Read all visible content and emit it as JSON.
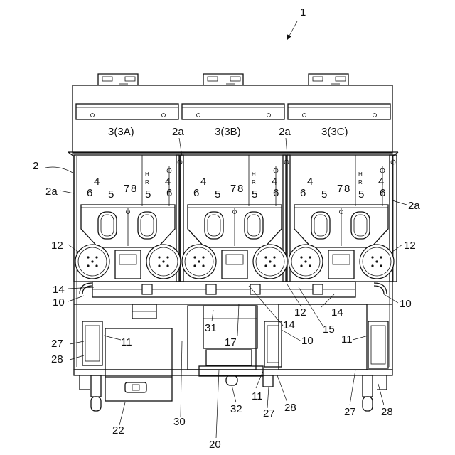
{
  "figure": {
    "reference_numeral": "1",
    "units": [
      {
        "label": "3(3A)"
      },
      {
        "label": "3(3B)"
      },
      {
        "label": "3(3C)"
      }
    ],
    "hr_marks": [
      "H",
      "R"
    ],
    "labels": {
      "l_2": "2",
      "l_2a_left": "2a",
      "l_2a_right": "2a",
      "l_2a_top1": "2a",
      "l_2a_top2": "2a",
      "l_12_left": "12",
      "l_12_right": "12",
      "l_12_mid": "12",
      "l_14_left": "14",
      "l_14_mid": "14",
      "l_14_mid2": "14",
      "l_10_left": "10",
      "l_10_right": "10",
      "l_10_mid": "10",
      "l_31": "31",
      "l_15": "15",
      "l_17": "17",
      "l_27_left": "27",
      "l_28_left": "28",
      "l_11_left": "11",
      "l_11_mid": "11",
      "l_11_right": "11",
      "l_27_mid": "27",
      "l_28_mid": "28",
      "l_27_right": "27",
      "l_28_right": "28",
      "l_22": "22",
      "l_30": "30",
      "l_32": "32",
      "l_20": "20"
    },
    "unit_part_labels": [
      "4",
      "5",
      "7",
      "8",
      "5",
      "4",
      "6",
      "6"
    ]
  }
}
